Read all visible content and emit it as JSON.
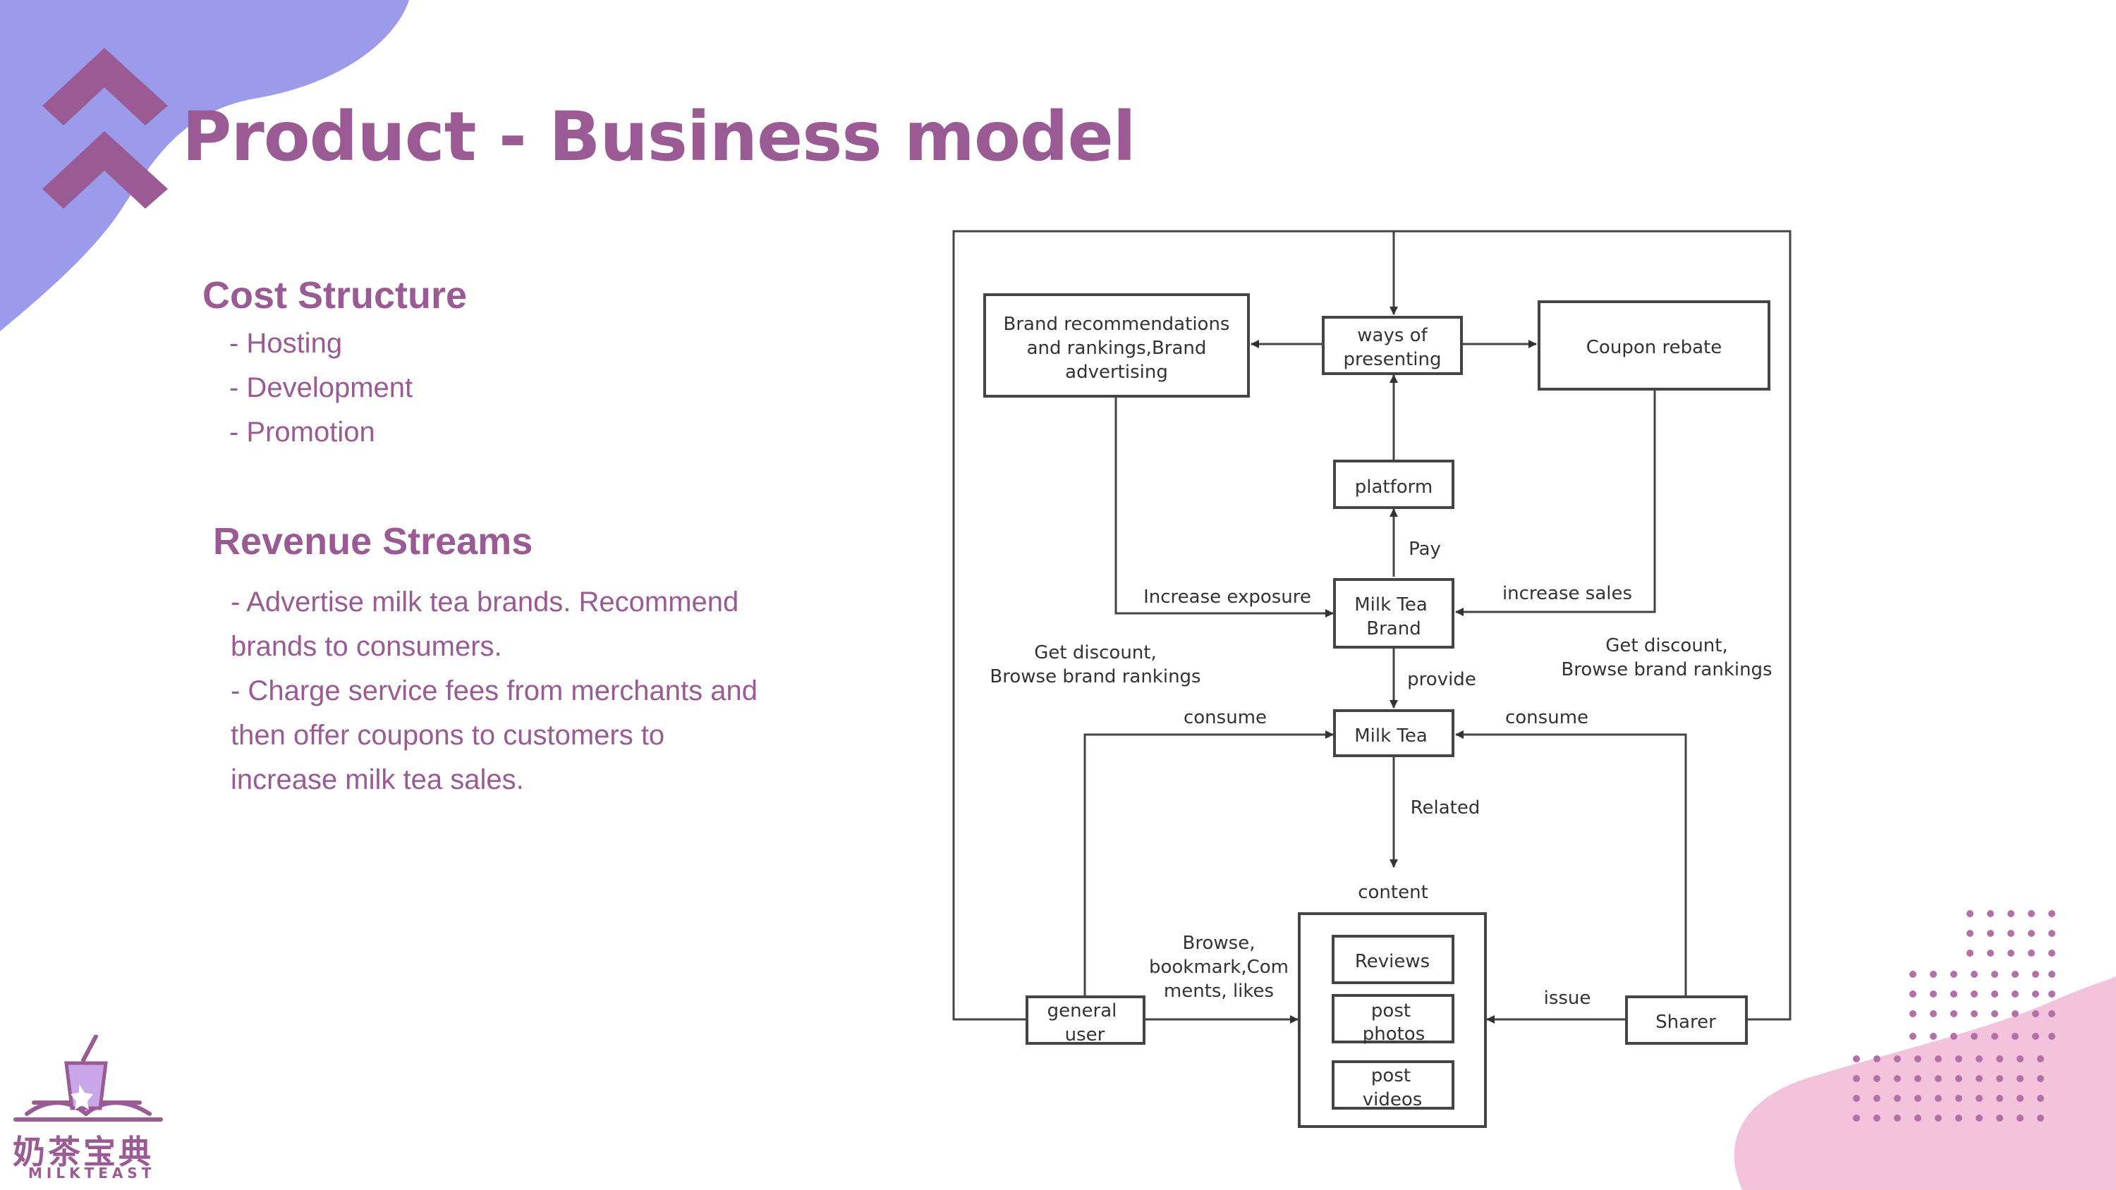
{
  "slide": {
    "title": "Product - Business model",
    "colors": {
      "accent": "#9a5a93",
      "blob_lavender": "#9c9aeb",
      "blob_pink": "#f3c3dc",
      "dots": "#b46fa8"
    }
  },
  "cost_structure": {
    "heading": "Cost Structure",
    "items": [
      "- Hosting",
      "- Development",
      "- Promotion"
    ]
  },
  "revenue_streams": {
    "heading": "Revenue Streams",
    "lines": [
      "-  Advertise milk tea brands. Recommend",
      "brands to consumers.",
      "- Charge service fees from merchants and",
      "then offer coupons to customers to",
      "increase milk tea sales."
    ]
  },
  "diagram": {
    "boxes": {
      "brand_rec": [
        "Brand recommendations",
        "and rankings,Brand",
        "advertising"
      ],
      "ways": [
        "ways of",
        "presenting"
      ],
      "coupon": "Coupon rebate",
      "platform": "platform",
      "milk_tea_brand": [
        "Milk Tea",
        "Brand"
      ],
      "milk_tea": "Milk Tea",
      "reviews": "Reviews",
      "post_photos": [
        "post",
        "photos"
      ],
      "post_videos": [
        "post",
        "videos"
      ],
      "general_user": [
        "general",
        "user"
      ],
      "sharer": "Sharer"
    },
    "labels": {
      "pay": "Pay",
      "increase_exposure": "Increase exposure",
      "increase_sales": "increase sales",
      "provide": "provide",
      "get_discount_left": [
        "Get discount,",
        "Browse brand rankings"
      ],
      "get_discount_right": [
        "Get discount,",
        "Browse brand rankings"
      ],
      "consume_left": "consume",
      "consume_right": "consume",
      "related": "Related",
      "content": "content",
      "browse": [
        "Browse,",
        "bookmark,Com",
        "ments, likes"
      ],
      "issue": "issue"
    }
  },
  "logo": {
    "name": "奶茶宝典",
    "sub": "MILKTEAST"
  }
}
